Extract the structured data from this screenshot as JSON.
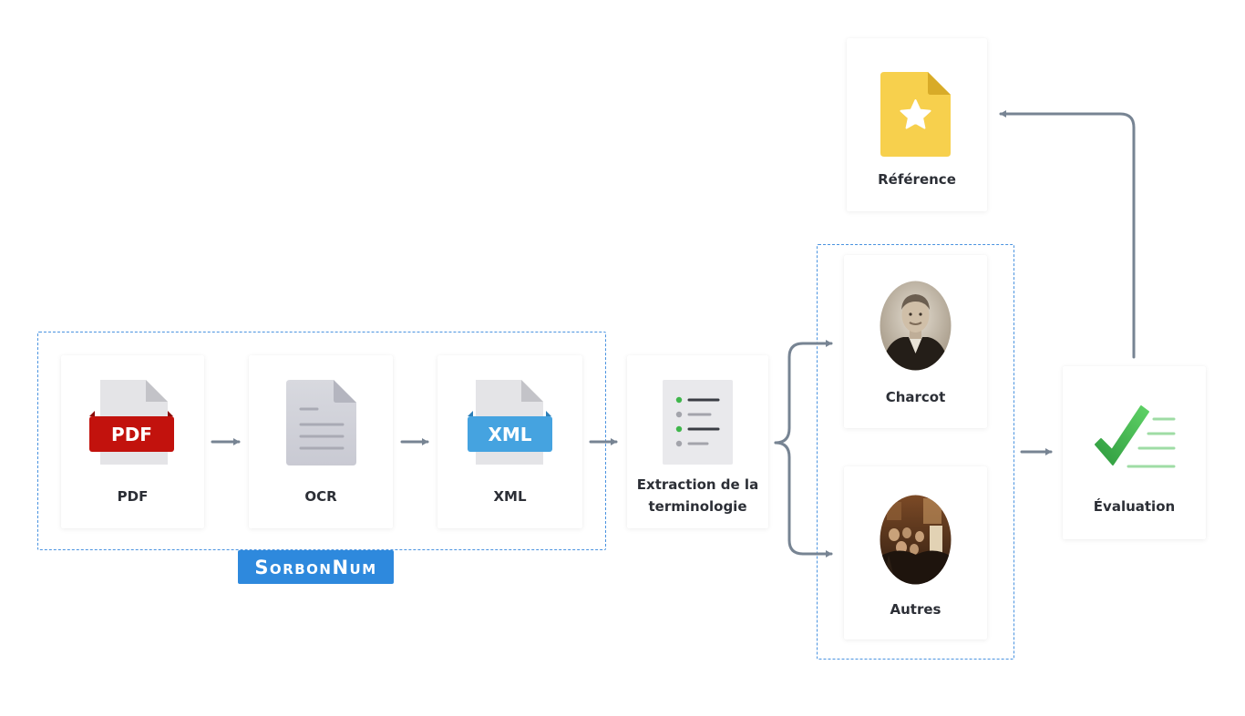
{
  "nodes": {
    "pdf": {
      "label": "PDF",
      "badge": "PDF"
    },
    "ocr": {
      "label": "OCR"
    },
    "xml": {
      "label": "XML",
      "badge": "XML"
    },
    "extraction": {
      "label_line1": "Extraction de la",
      "label_line2": "terminologie"
    },
    "charcot": {
      "label": "Charcot"
    },
    "autres": {
      "label": "Autres"
    },
    "reference": {
      "label": "Référence"
    },
    "evaluation": {
      "label": "Évaluation"
    }
  },
  "group_badge": "SorbonNum",
  "colors": {
    "arrow": "#778493",
    "dashed_border": "#4a93e0",
    "badge_bg": "#2e89dd",
    "pdf_red": "#c2120d",
    "xml_blue": "#45a3e0",
    "reference_yellow": "#f7d04d",
    "check_green": "#3fb64b"
  },
  "icons": {
    "pdf": "pdf-file-icon",
    "ocr": "text-document-icon",
    "xml": "xml-file-icon",
    "extraction": "list-icon",
    "charcot": "portrait-photo",
    "autres": "group-photo",
    "reference": "star-document-icon",
    "evaluation": "checklist-icon"
  }
}
